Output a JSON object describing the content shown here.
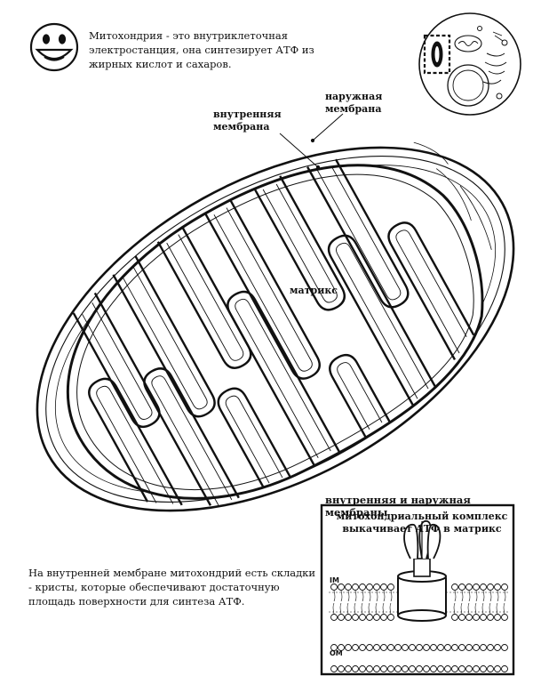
{
  "intro_text": "Митохондрия - это внутриклеточная электростанция, она синтезирует АТФ из жирных кислот и сахаров.",
  "labels": {
    "inner_membrane": "внутренняя мембрана",
    "outer_membrane": "наружная мембрана",
    "matrix": "матрикс"
  },
  "inset": {
    "title": "внутренняя и наружная мембраны",
    "subtitle": "митохондриальный комплекс выкачивает АТФ в матрикс",
    "im_label": "IM",
    "om_label": "OM"
  },
  "note_text": "На внутренней мембране митохондрий есть складки - кристы, которые обеспечивают достаточную площадь поверхности для синтеза АТФ.",
  "icons": {
    "smiley": "smiley-face-icon",
    "cell": "cell-thumbnail-icon"
  }
}
